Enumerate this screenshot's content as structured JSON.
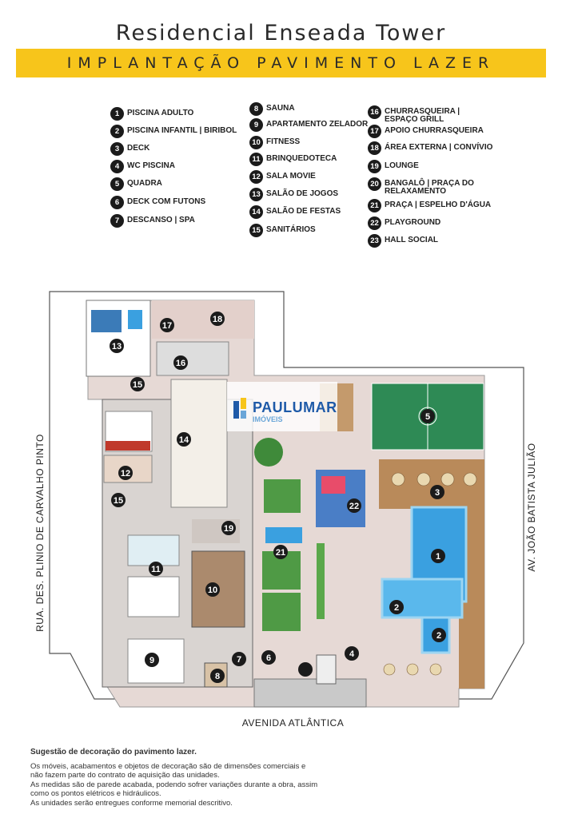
{
  "header": {
    "title": "Residencial Enseada Tower",
    "subtitle": "IMPLANTAÇÃO PAVIMENTO LAZER"
  },
  "legend": {
    "col1": [
      {
        "n": "1",
        "label": "PISCINA ADULTO"
      },
      {
        "n": "2",
        "label": "PISCINA INFANTIL | BIRIBOL"
      },
      {
        "n": "3",
        "label": "DECK"
      },
      {
        "n": "4",
        "label": "WC PISCINA"
      },
      {
        "n": "5",
        "label": "QUADRA"
      },
      {
        "n": "6",
        "label": "DECK COM FUTONS"
      },
      {
        "n": "7",
        "label": "DESCANSO | SPA"
      }
    ],
    "col2": [
      {
        "n": "8",
        "label": "SAUNA"
      },
      {
        "n": "9",
        "label": "APARTAMENTO ZELADOR"
      },
      {
        "n": "10",
        "label": "FITNESS"
      },
      {
        "n": "11",
        "label": "BRINQUEDOTECA"
      },
      {
        "n": "12",
        "label": "SALA MOVIE"
      },
      {
        "n": "13",
        "label": "SALÃO DE JOGOS"
      },
      {
        "n": "14",
        "label": "SALÃO DE FESTAS"
      },
      {
        "n": "15",
        "label": "SANITÁRIOS"
      }
    ],
    "col3": [
      {
        "n": "16",
        "label": "CHURRASQUEIRA | ESPAÇO GRILL"
      },
      {
        "n": "17",
        "label": "APOIO CHURRASQUEIRA"
      },
      {
        "n": "18",
        "label": "ÁREA EXTERNA | CONVÍVIO"
      },
      {
        "n": "19",
        "label": "LOUNGE"
      },
      {
        "n": "20",
        "label": "BANGALÔ | PRAÇA DO RELAXAMENTO"
      },
      {
        "n": "21",
        "label": "PRAÇA | ESPELHO D'ÁGUA"
      },
      {
        "n": "22",
        "label": "PLAYGROUND"
      },
      {
        "n": "23",
        "label": "HALL SOCIAL"
      }
    ]
  },
  "streets": {
    "left": "RUA. DES. PLINIO DE CARVALHO PINTO",
    "right": "AV. JOÃO BATISTA JULIÃO",
    "bottom": "AVENIDA ATLÂNTICA"
  },
  "watermark": {
    "brand": "PAULUMAR",
    "sub": "IMÓVEIS"
  },
  "notes": {
    "heading": "Sugestão de decoração do pavimento lazer.",
    "lines": [
      "Os móveis, acabamentos e objetos de decoração são de dimensões comerciais e não fazem parte do contrato de aquisição das unidades.",
      "As medidas são de parede acabada, podendo sofrer variações durante a obra, assim como os pontos elétricos e hidráulicos.",
      "As unidades serão entregues conforme memorial descritivo."
    ]
  },
  "colors": {
    "band": "#f7c51b",
    "marker": "#1b1b1b",
    "pool": "#3aa0e0",
    "court": "#2e8a55",
    "deck": "#b98a5a",
    "grass": "#3f8a3a"
  }
}
